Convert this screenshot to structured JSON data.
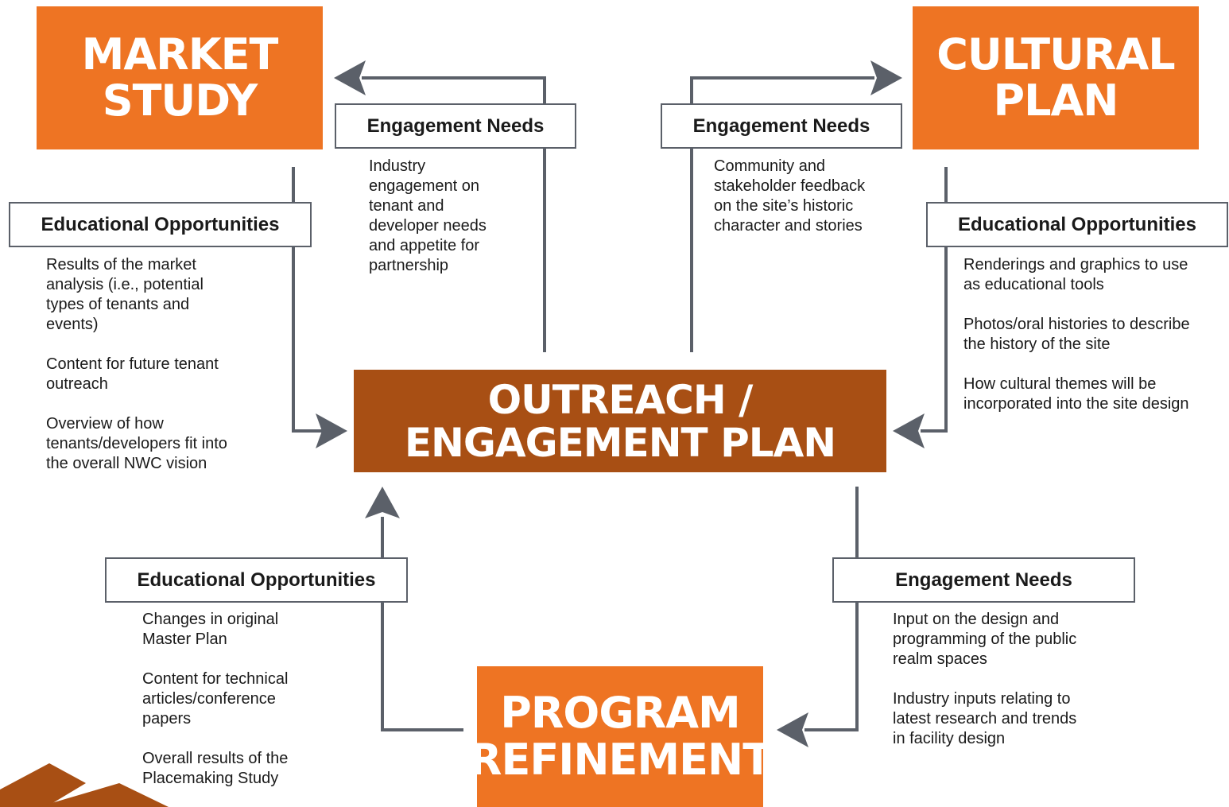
{
  "colors": {
    "orange": "#ee7423",
    "brown": "#a84f14",
    "arrow": "#5b6069"
  },
  "boxes": {
    "market_study": [
      "MARKET",
      "STUDY"
    ],
    "cultural_plan": [
      "CULTURAL",
      "PLAN"
    ],
    "outreach": "OUTREACH / ENGAGEMENT PLAN",
    "program_refinement": [
      "PROGRAM",
      "REFINEMENT"
    ]
  },
  "labels": {
    "engagement_needs": "Engagement Needs",
    "educational_opportunities": "Educational Opportunities"
  },
  "market": {
    "engagement": [
      "Industry",
      "engagement on",
      "tenant and",
      "developer needs",
      "and appetite for",
      "partnership"
    ],
    "educational": [
      [
        "Results of the market",
        "analysis (i.e., potential",
        "types of tenants and",
        "events)"
      ],
      [
        "Content for future tenant",
        "outreach"
      ],
      [
        "Overview of how",
        "tenants/developers fit into",
        "the overall NWC vision"
      ]
    ]
  },
  "cultural": {
    "engagement": [
      "Community and",
      "stakeholder feedback",
      "on the site’s historic",
      "character and stories"
    ],
    "educational": [
      [
        "Renderings and graphics to use",
        "as educational tools"
      ],
      [
        "Photos/oral histories to describe",
        "the history of the site"
      ],
      [
        "How cultural themes will be",
        "incorporated into the site design"
      ]
    ]
  },
  "program": {
    "educational": [
      [
        "Changes in original",
        "Master Plan"
      ],
      [
        "Content for technical",
        "articles/conference",
        "papers"
      ],
      [
        "Overall results of the",
        "Placemaking Study"
      ]
    ],
    "engagement": [
      [
        "Input on the design and",
        "programming of the public",
        "realm spaces"
      ],
      [
        "Industry inputs relating to",
        "latest research and trends",
        "in facility design"
      ]
    ]
  }
}
